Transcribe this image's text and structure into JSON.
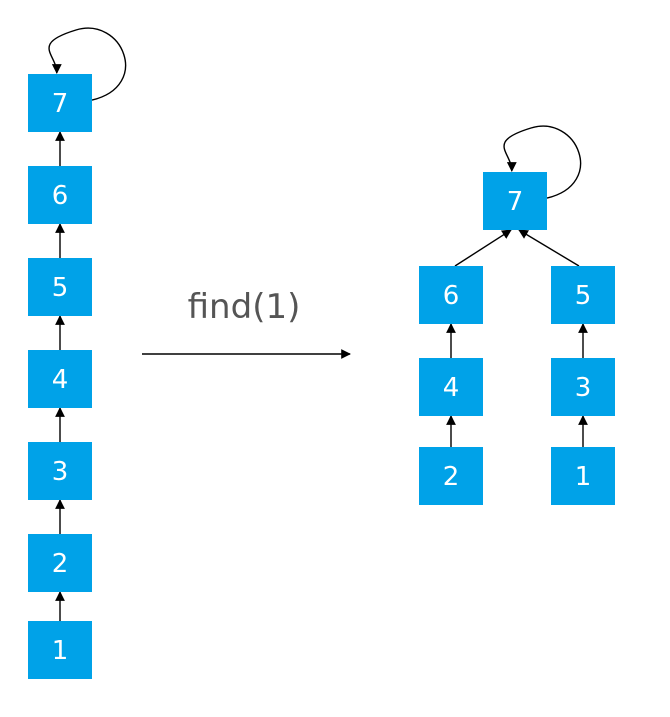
{
  "colors": {
    "node_fill": "#00A2E8",
    "node_text": "#FFFFFF",
    "edge": "#000000",
    "operation_text": "#555555"
  },
  "operation": {
    "label": "find(1)"
  },
  "before": {
    "nodes": [
      "7",
      "6",
      "5",
      "4",
      "3",
      "2",
      "1"
    ],
    "edges": [
      {
        "from": "7",
        "to": "7"
      },
      {
        "from": "6",
        "to": "7"
      },
      {
        "from": "5",
        "to": "6"
      },
      {
        "from": "4",
        "to": "5"
      },
      {
        "from": "3",
        "to": "4"
      },
      {
        "from": "2",
        "to": "3"
      },
      {
        "from": "1",
        "to": "2"
      }
    ]
  },
  "after": {
    "nodes": [
      "7",
      "6",
      "5",
      "4",
      "3",
      "2",
      "1"
    ],
    "edges": [
      {
        "from": "7",
        "to": "7"
      },
      {
        "from": "6",
        "to": "7"
      },
      {
        "from": "5",
        "to": "7"
      },
      {
        "from": "4",
        "to": "6"
      },
      {
        "from": "3",
        "to": "5"
      },
      {
        "from": "2",
        "to": "4"
      },
      {
        "from": "1",
        "to": "3"
      }
    ]
  }
}
